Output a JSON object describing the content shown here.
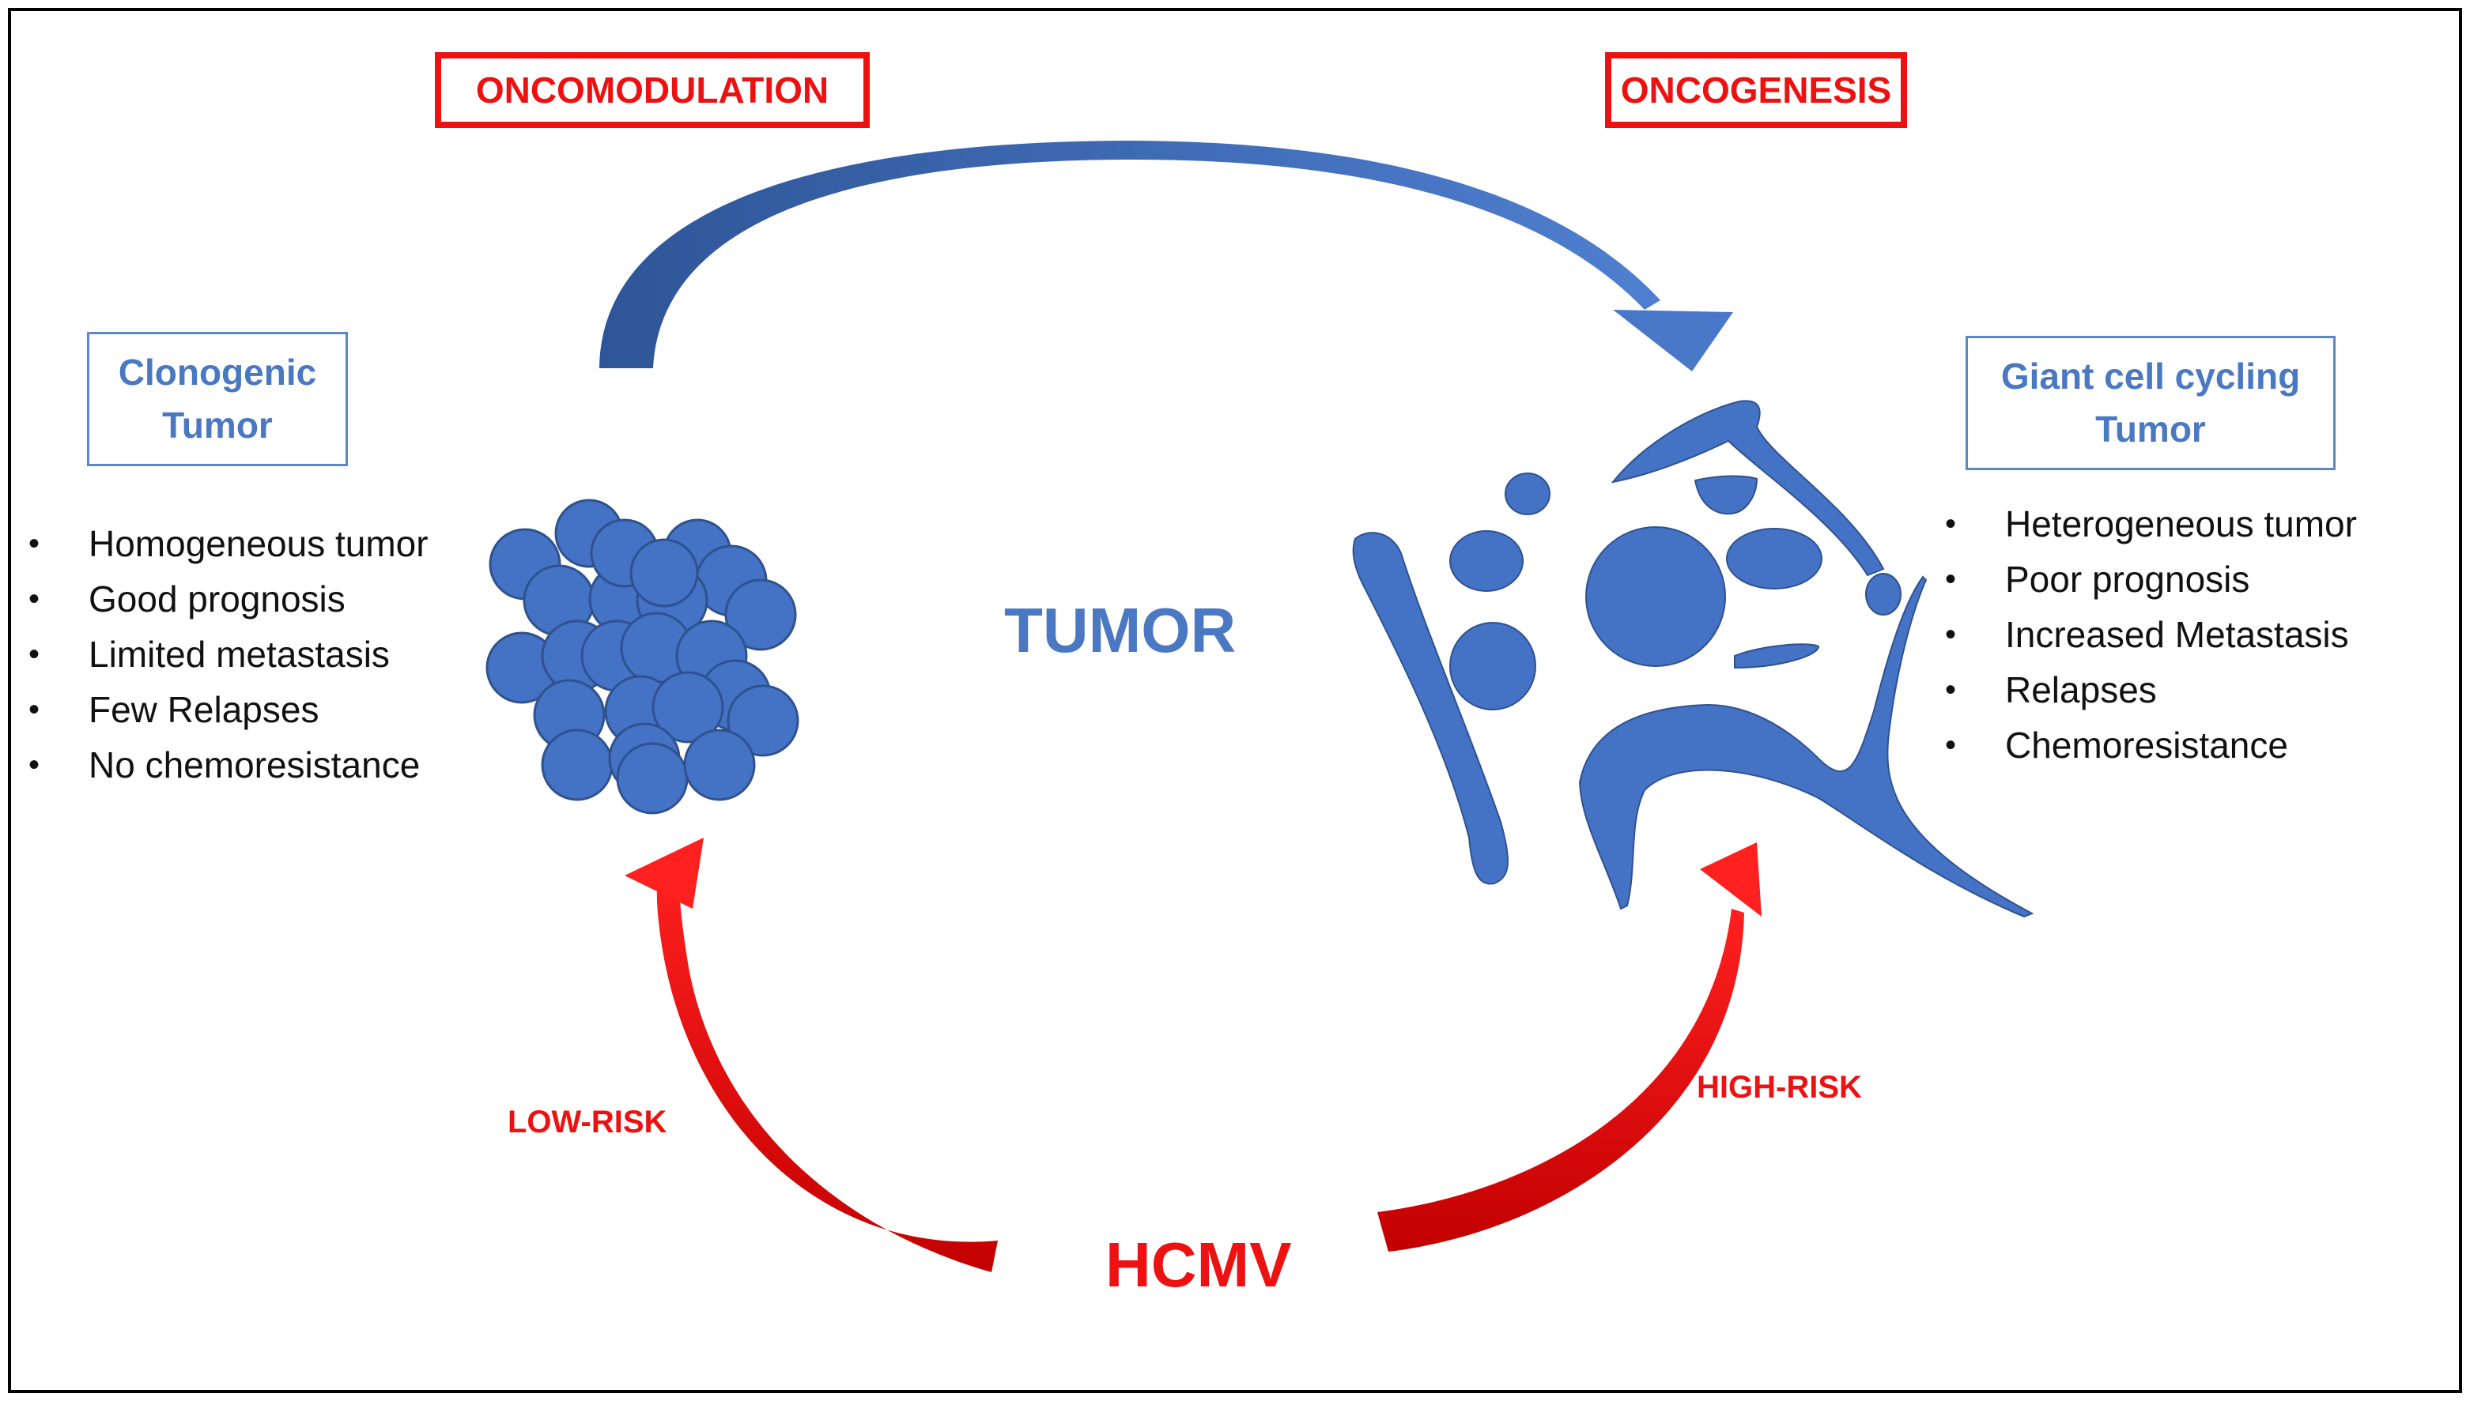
{
  "top_labels": {
    "left": "ONCOMODULATION",
    "right": "ONCOGENESIS"
  },
  "left_tumor": {
    "title_lines": [
      "Clonogenic",
      "Tumor"
    ],
    "features": [
      "Homogeneous tumor",
      "Good prognosis",
      "Limited metastasis",
      "Few Relapses",
      "No chemoresistance"
    ]
  },
  "right_tumor": {
    "title_lines": [
      "Giant cell cycling",
      "Tumor"
    ],
    "features": [
      "Heterogeneous tumor",
      "Poor prognosis",
      "Increased Metastasis",
      "Relapses",
      "Chemoresistance"
    ]
  },
  "center_label": "TUMOR",
  "virus_label": "HCMV",
  "risk_labels": {
    "left": "LOW-RISK",
    "right": "HIGH-RISK"
  },
  "colors": {
    "accent_red": "#ee1111",
    "tumor_blue": "#4472c4",
    "title_blue": "#4a78c2",
    "arrow_blue_dark": "#2e5597"
  }
}
